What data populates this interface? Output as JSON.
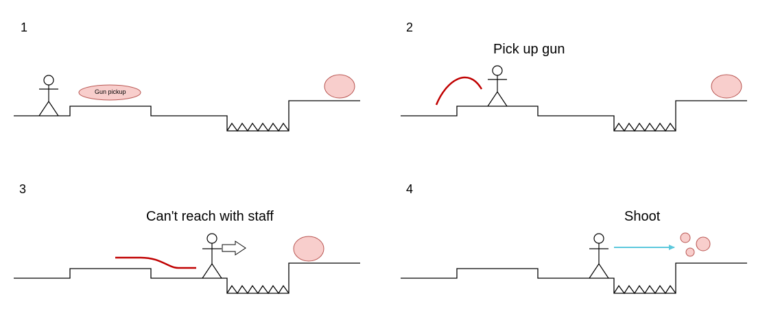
{
  "panels": [
    {
      "number": "1",
      "caption": "",
      "pickup_label": "Gun pickup"
    },
    {
      "number": "2",
      "caption": "Pick up gun"
    },
    {
      "number": "3",
      "caption": "Can't reach with staff"
    },
    {
      "number": "4",
      "caption": "Shoot"
    }
  ],
  "colors": {
    "line": "#000000",
    "blob_fill": "#f8cecc",
    "blob_stroke": "#b85450",
    "staff_red": "#c00000",
    "shot_blue": "#5bc8dc"
  }
}
